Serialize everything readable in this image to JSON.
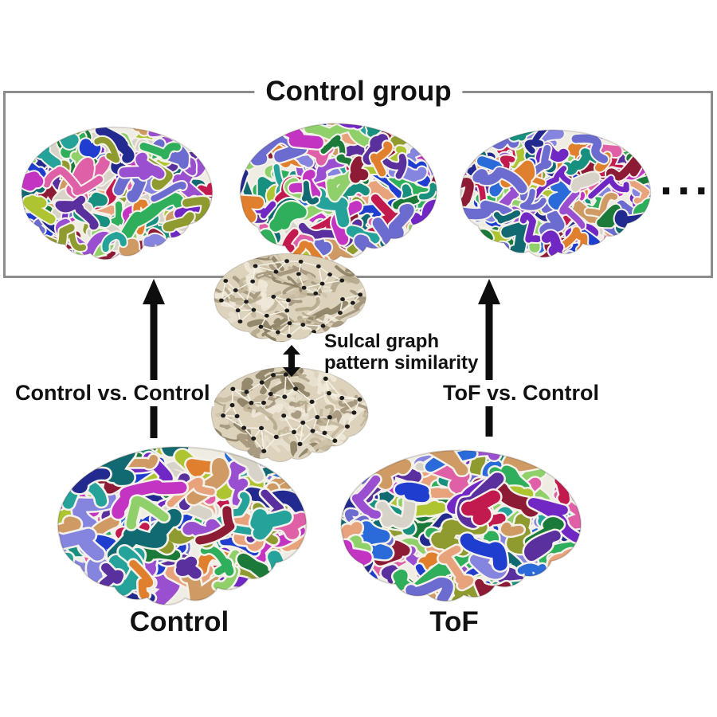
{
  "figure": {
    "group_box": {
      "title": "Control group",
      "ellipsis": "...",
      "border_color": "#8c8c8c"
    },
    "comparisons": {
      "left": "Control vs. Control",
      "right": "ToF vs. Control"
    },
    "similarity_label": {
      "line1": "Sulcal graph",
      "line2": "pattern similarity"
    },
    "subject_labels": {
      "left": "Control",
      "right": "ToF"
    },
    "text_color": "#111111",
    "arrow_color": "#0d0d0d",
    "background_color": "#ffffff",
    "brain_art": {
      "cortex_base": "#efece4",
      "sulci_gap": "#f4f1ea",
      "sulci_palette": [
        "#17907f",
        "#116a71",
        "#2fae5c",
        "#8fd06a",
        "#aec431",
        "#8f9b2e",
        "#7127c4",
        "#9a4fd0",
        "#c334c3",
        "#e060a8",
        "#c21a4f",
        "#8e1b35",
        "#1f3ed0",
        "#2b6bd9",
        "#232a8f",
        "#6b6bd0",
        "#8585e0",
        "#e0802f",
        "#cf9a63",
        "#e8a27c",
        "#d8d3c9",
        "#1b7a3a",
        "#25a39a",
        "#5a2f9e"
      ],
      "graph_base": "#ddd3bd",
      "graph_texture": [
        "#cfc4ab",
        "#c3b79c",
        "#b5a88c",
        "#e8e1cf",
        "#a2957a",
        "#8c7f64",
        "#efe9d9"
      ],
      "graph_edge": "#f6f2e6",
      "graph_node": "#1c1c1c"
    }
  }
}
